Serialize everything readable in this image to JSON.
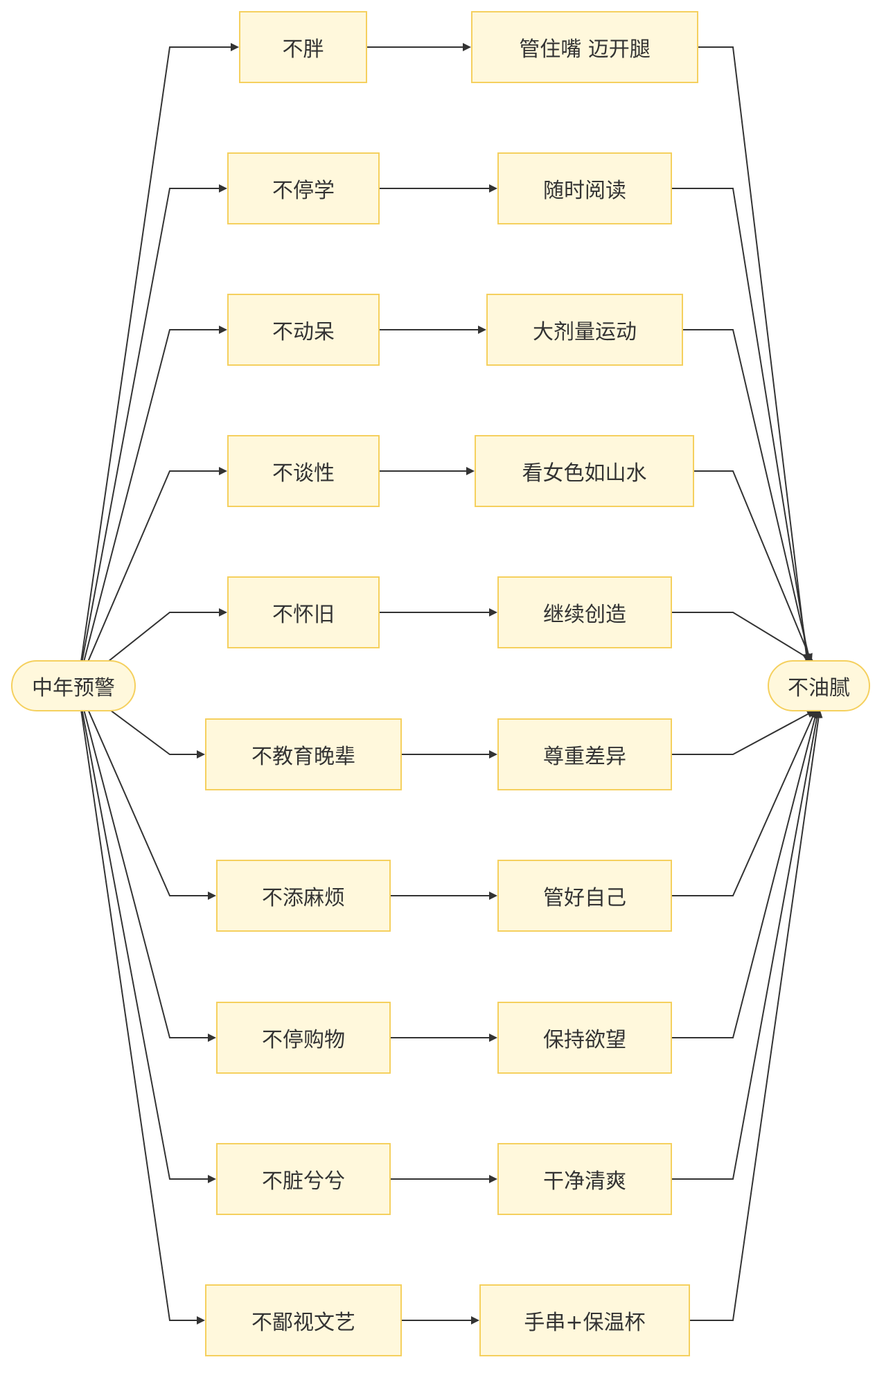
{
  "diagram": {
    "start": {
      "id": "start",
      "label": "中年预警"
    },
    "end": {
      "id": "end",
      "label": "不油腻"
    },
    "rows": [
      {
        "left": "不胖",
        "right": "管住嘴 迈开腿"
      },
      {
        "left": "不停学",
        "right": "随时阅读"
      },
      {
        "left": "不动呆",
        "right": "大剂量运动"
      },
      {
        "left": "不谈性",
        "right": "看女色如山水"
      },
      {
        "left": "不怀旧",
        "right": "继续创造"
      },
      {
        "left": "不教育晚辈",
        "right": "尊重差异"
      },
      {
        "left": "不添麻烦",
        "right": "管好自己"
      },
      {
        "left": "不停购物",
        "right": "保持欲望"
      },
      {
        "left": "不脏兮兮",
        "right": "干净清爽"
      },
      {
        "left": "不鄙视文艺",
        "right": "手串+保温杯"
      }
    ]
  },
  "colors": {
    "node_fill": "#fff8dc",
    "node_stroke": "#f5d05e",
    "edge": "#333333",
    "text": "#333333"
  }
}
